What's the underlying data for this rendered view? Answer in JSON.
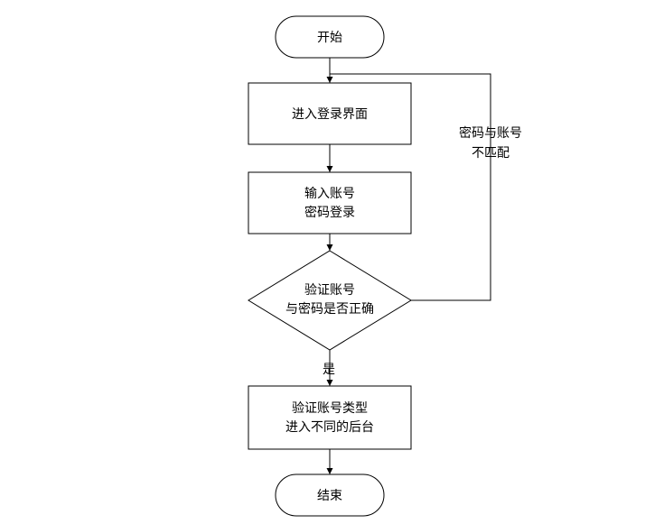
{
  "nodes": {
    "start": {
      "label": "开始"
    },
    "enter_login": {
      "label": "进入登录界面"
    },
    "input_login": {
      "line1": "输入账号",
      "line2": "密码登录"
    },
    "verify": {
      "line1": "验证账号",
      "line2": "与密码是否正确"
    },
    "route": {
      "line1": "验证账号类型",
      "line2": "进入不同的后台"
    },
    "end": {
      "label": "结束"
    }
  },
  "edges": {
    "verify_yes": {
      "label": "是"
    },
    "verify_mismatch": {
      "line1": "密码与账号",
      "line2": "不匹配"
    }
  }
}
